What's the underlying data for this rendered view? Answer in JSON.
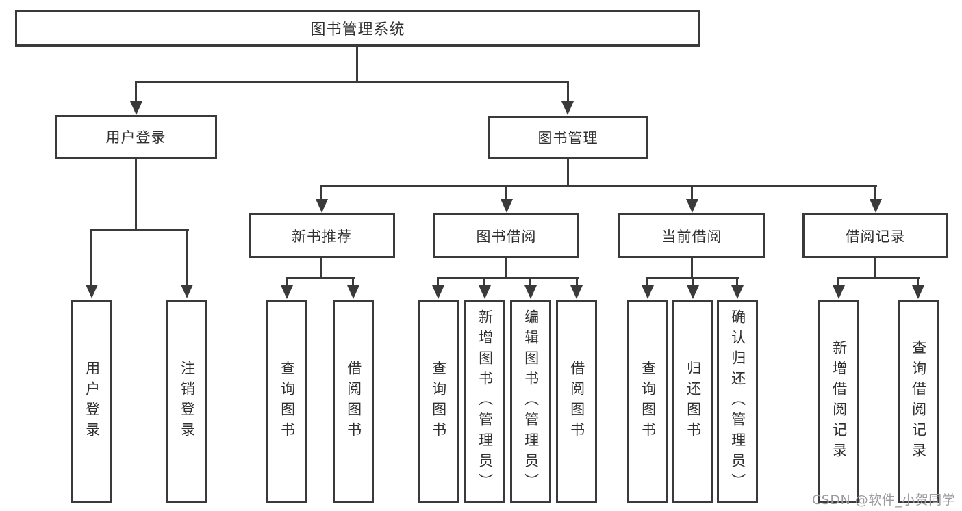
{
  "diagram": {
    "root": {
      "label": "图书管理系统"
    },
    "level2": [
      {
        "label": "用户登录"
      },
      {
        "label": "图书管理"
      }
    ],
    "level3": [
      {
        "label": "新书推荐"
      },
      {
        "label": "图书借阅"
      },
      {
        "label": "当前借阅"
      },
      {
        "label": "借阅记录"
      }
    ],
    "leaves": {
      "user_login": [
        {
          "label": "用户登录"
        },
        {
          "label": "注销登录"
        }
      ],
      "new_book_recommend": [
        {
          "label": "查询图书"
        },
        {
          "label": "借阅图书"
        }
      ],
      "book_borrowing": [
        {
          "label": "查询图书"
        },
        {
          "label": "新增图书（管理员）"
        },
        {
          "label": "编辑图书（管理员）"
        },
        {
          "label": "借阅图书"
        }
      ],
      "current_borrowing": [
        {
          "label": "查询图书"
        },
        {
          "label": "归还图书"
        },
        {
          "label": "确认归还（管理员）"
        }
      ],
      "borrowing_records": [
        {
          "label": "新增借阅记录"
        },
        {
          "label": "查询借阅记录"
        }
      ]
    },
    "watermark": {
      "text": "CSDN @软件_小贺同学"
    },
    "colors": {
      "line": "#3a3a3a",
      "text": "#303030",
      "watermark": "#9c9c9c",
      "background": "#ffffff"
    }
  }
}
